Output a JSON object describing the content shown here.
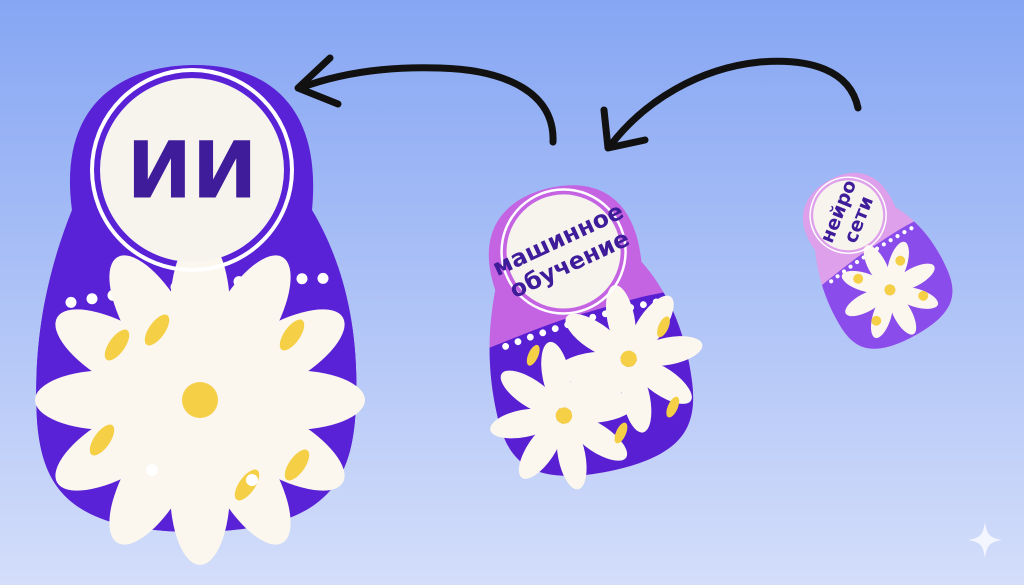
{
  "dolls": [
    {
      "label_lines": [
        "ИИ"
      ],
      "top_color": "#5a22d6",
      "bottom_color": "#5a22d6"
    },
    {
      "label_lines": [
        "машинное",
        "обучение"
      ],
      "top_color": "#c464e2",
      "bottom_color": "#5820d2"
    },
    {
      "label_lines": [
        "нейро",
        "сети"
      ],
      "top_color": "#dea0ea",
      "bottom_color": "#8a4ceb"
    }
  ],
  "colors": {
    "petal": "#fbf7ee",
    "accent": "#f5cf45",
    "text": "#3f1d9a",
    "arrow": "#111111"
  }
}
